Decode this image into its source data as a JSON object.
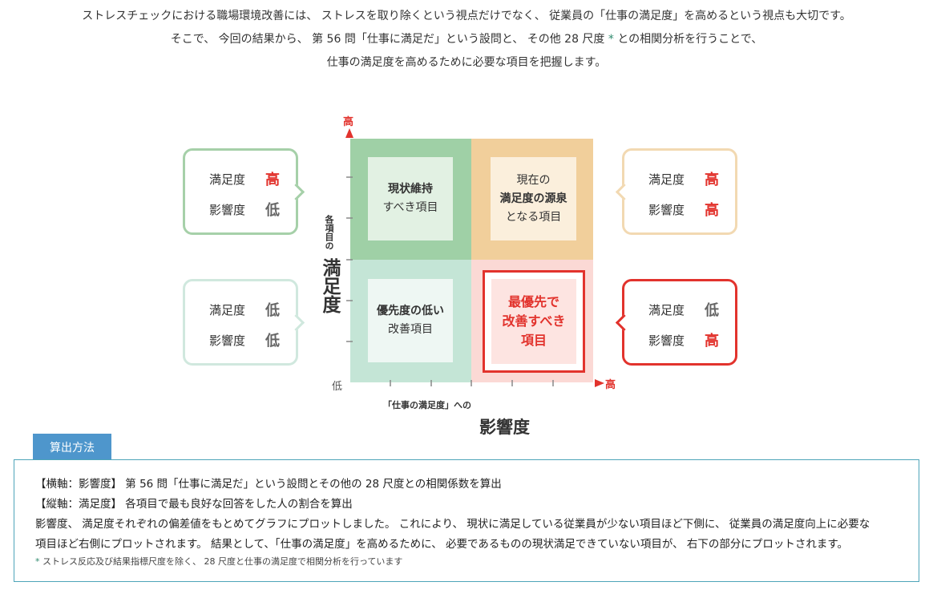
{
  "intro": {
    "line1": "ストレスチェックにおける職場環境改善には、 ストレスを取り除くという視点だけでなく、 従業員の「仕事の満足度」を高めるという視点も大切です。",
    "line2_pre": "そこで、 今回の結果から、 第 56 問「仕事に満足だ」という設問と、 その他 28 尺度 ",
    "line2_mark": "*",
    "line2_post": " との相関分析を行うことで、",
    "line3": "仕事の満足度を高めるために必要な項目を把握します。"
  },
  "chart": {
    "y_high": "高",
    "low": "低",
    "x_high": "高",
    "y_label_small": "各項目の",
    "y_label_big": "満足度",
    "x_label_small": "「仕事の満足度」への",
    "x_label_big": "影響度",
    "quadrants": {
      "tl": {
        "l1": "現状維持",
        "l2": "すべき項目"
      },
      "tr": {
        "l1": "現在の",
        "l2": "満足度の源泉",
        "l3": "となる項目"
      },
      "bl": {
        "l1": "優先度の低い",
        "l2": "改善項目"
      },
      "br": {
        "l1": "最優先で",
        "l2": "改善すべき",
        "l3": "項目"
      }
    },
    "colors": {
      "tl": "#9fd0a6",
      "tr": "#f1cf9b",
      "bl": "#c4e5d6",
      "br": "#fbd9d5",
      "accent": "#e2332d"
    }
  },
  "bubbles": {
    "tl": {
      "k1": "満足度",
      "v1": "高",
      "k2": "影響度",
      "v2": "低"
    },
    "bl": {
      "k1": "満足度",
      "v1": "低",
      "k2": "影響度",
      "v2": "低"
    },
    "tr": {
      "k1": "満足度",
      "v1": "高",
      "k2": "影響度",
      "v2": "高"
    },
    "br": {
      "k1": "満足度",
      "v1": "低",
      "k2": "影響度",
      "v2": "高"
    }
  },
  "method": {
    "tab": "算出方法",
    "line1": "【横軸：影響度】 第 56 問「仕事に満足だ」という設問とその他の 28 尺度との相関係数を算出",
    "line2": "【縦軸：満足度】 各項目で最も良好な回答をした人の割合を算出",
    "line3": "影響度、 満足度それぞれの偏差値をもとめてグラフにプロットしました。 これにより、 現状に満足している従業員が少ない項目ほど下側に、 従業員の満足度向上に必要な",
    "line4": "項目ほど右側にプロットされます。 結果として、「仕事の満足度」を高めるために、 必要であるものの現状満足できていない項目が、 右下の部分にプロットされます。",
    "note_mark": "*",
    "note": " ストレス反応及び結果指標尺度を除く、 28 尺度と仕事の満足度で相関分析を行っています"
  }
}
